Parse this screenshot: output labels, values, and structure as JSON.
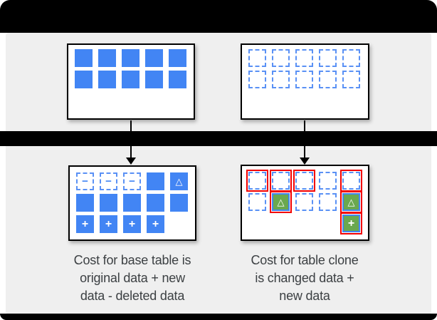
{
  "colors": {
    "blue": "#4285f4",
    "blue_dash": "#5a91f5",
    "green": "#6aa84f",
    "red": "#f20000",
    "bar": "#000000",
    "panel": "#efefef",
    "text": "#3c4043"
  },
  "glyphs": {
    "minus": "−",
    "triangle": "△",
    "plus": "+"
  },
  "tables": {
    "base_before": {
      "cols": 5,
      "cells": [
        "solid",
        "solid",
        "solid",
        "solid",
        "solid",
        "solid",
        "solid",
        "solid",
        "solid",
        "solid"
      ]
    },
    "clone_before": {
      "cols": 5,
      "cells": [
        "dashed",
        "dashed",
        "dashed",
        "dashed",
        "dashed",
        "dashed",
        "dashed",
        "dashed",
        "dashed",
        "dashed"
      ]
    },
    "base_after": {
      "cols": 5,
      "cells": [
        "dashed_minus",
        "dashed_minus",
        "dashed_minus",
        "solid",
        "solid_triangle",
        "solid",
        "solid",
        "solid",
        "solid",
        "solid",
        "solid_plus",
        "solid_plus",
        "solid_plus",
        "solid_plus",
        "empty"
      ]
    },
    "clone_after": {
      "cols": 5,
      "cells": [
        "dashed_red",
        "dashed_red",
        "dashed_red",
        "dashed",
        "dashed_red",
        "dashed",
        "green_triangle",
        "dashed",
        "dashed",
        "green_triangle",
        "empty",
        "empty",
        "empty",
        "empty",
        "green_plus"
      ]
    }
  },
  "captions": {
    "left": {
      "lines": [
        "Cost for base table is",
        "original data + new",
        "data - deleted data"
      ]
    },
    "right": {
      "lines": [
        "Cost for table clone",
        "is changed data +",
        "new data"
      ]
    }
  }
}
